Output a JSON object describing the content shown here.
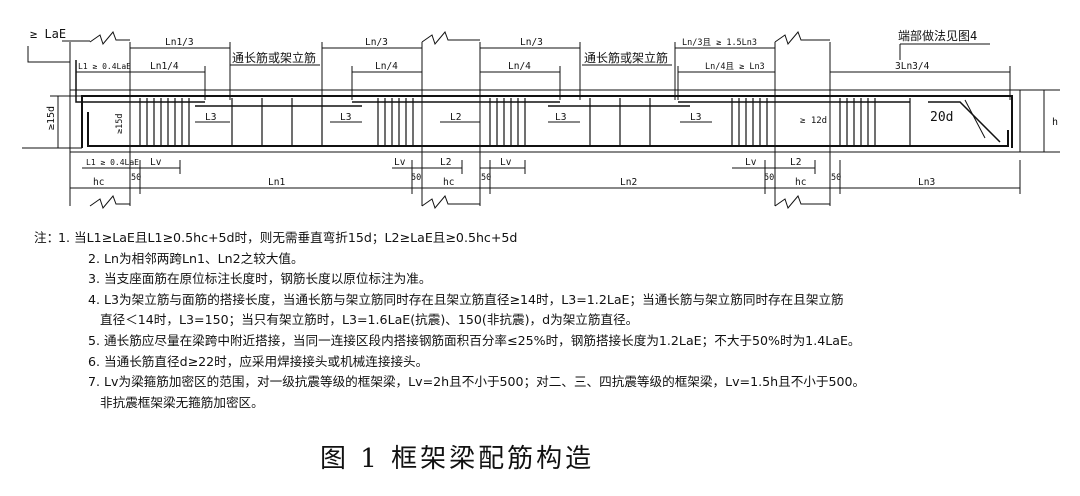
{
  "diagram": {
    "labels": {
      "lae_left": "≥ LaE",
      "ln1_3": "Ln1/3",
      "ln1_4": "Ln1/4",
      "l1_top": "L1 ≥ 0.4LaE",
      "through_bar_1": "通长筋或架立筋",
      "through_bar_2": "通长筋或架立筋",
      "ln3_a": "Ln/3",
      "ln4_a": "Ln/4",
      "ln3_b": "Ln/3",
      "ln4_b": "Ln/4",
      "ln3_c": "Ln/3且 ≥ 1.5Ln3",
      "ln4_c": "Ln/4且 ≥ Ln3",
      "end_detail": "端部做法见图4",
      "ln3_34": "3Ln3/4",
      "l3_1": "L3",
      "l3_2": "L3",
      "l2_top": "L2",
      "l3_3": "L3",
      "l3_4": "L3",
      "d15_left": "≥15d",
      "d15_inner": "≥15d",
      "d12": "≥ 12d",
      "d20": "20d",
      "h_label": "h",
      "l1_bottom": "L1 ≥ 0.4LaE",
      "lv_1": "Lv",
      "lv_2": "Lv",
      "lv_3": "Lv",
      "lv_4": "Lv",
      "l2_b1": "L2",
      "l2_b2": "L2",
      "hc_1": "hc",
      "hc_2": "hc",
      "hc_3": "hc",
      "ln1": "Ln1",
      "ln2": "Ln2",
      "ln3": "Ln3",
      "dim50_1": "50",
      "dim50_2": "50",
      "dim50_3": "50",
      "dim50_4": "50",
      "dim50_5": "50"
    }
  },
  "notes": {
    "prefix": "注：",
    "n1": "1. 当L1≥LaE且L1≥0.5hc+5d时，则无需垂直弯折15d；L2≥LaE且≥0.5hc+5d",
    "n2": "2. Ln为相邻两跨Ln1、Ln2之较大值。",
    "n3": "3. 当支座面筋在原位标注长度时，钢筋长度以原位标注为准。",
    "n4a": "4. L3为架立筋与面筋的搭接长度，当通长筋与架立筋同时存在且架立筋直径≥14时，L3=1.2LaE；当通长筋与架立筋同时存在且架立筋",
    "n4b": "直径＜14时，L3=150；当只有架立筋时，L3=1.6LaE(抗震)、150(非抗震)，d为架立筋直径。",
    "n5": "5. 通长筋应尽量在梁跨中附近搭接，当同一连接区段内搭接钢筋面积百分率≤25%时，钢筋搭接长度为1.2LaE；不大于50%时为1.4LaE。",
    "n6": "6. 当通长筋直径d≥22时，应采用焊接接头或机械连接接头。",
    "n7a": "7. Lv为梁箍筋加密区的范围，对一级抗震等级的框架梁，Lv=2h且不小于500；对二、三、四抗震等级的框架梁，Lv=1.5h且不小于500。",
    "n7b": "非抗震框架梁无箍筋加密区。"
  },
  "caption": "图 1 框架梁配筋构造"
}
